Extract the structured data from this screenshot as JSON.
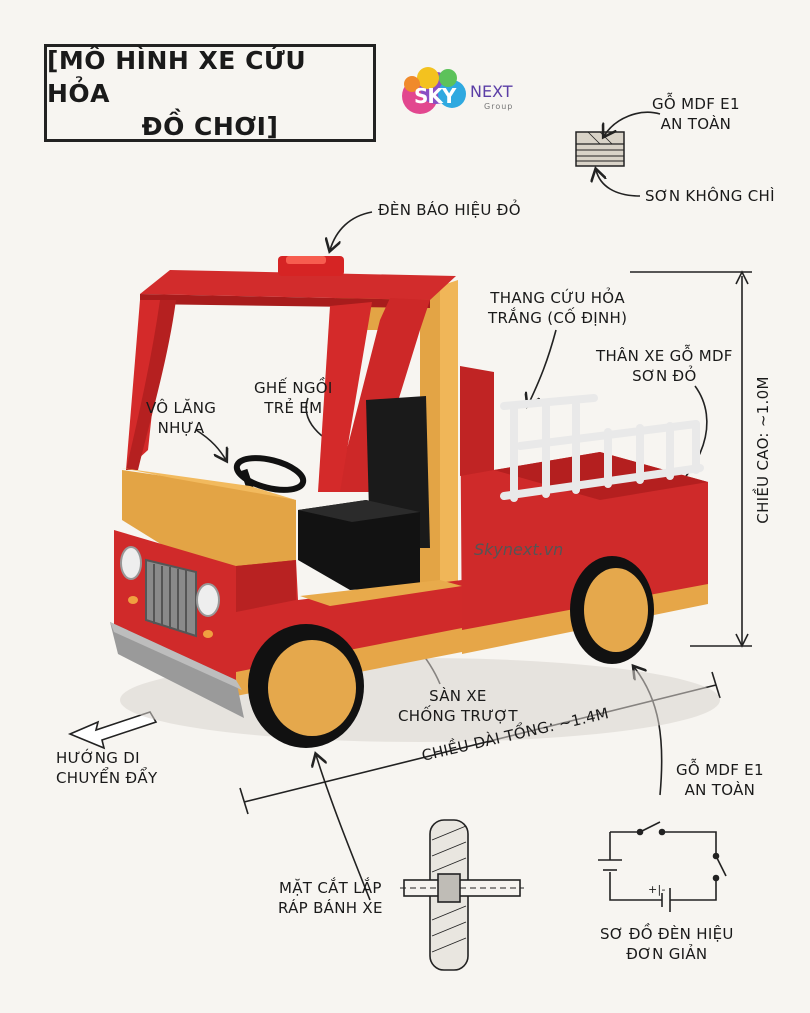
{
  "title": {
    "line1": "[MÔ HÌNH XE CỨU HỎA",
    "line2": "ĐỒ CHƠI]"
  },
  "logo": {
    "sky": "SKY",
    "next": "NEXT",
    "group": "Group"
  },
  "watermark": "Skynext.vn",
  "labels": {
    "material_top": [
      "GỖ MDF E1",
      "AN TOÀN"
    ],
    "paint": [
      "SƠN KHÔNG CHÌ"
    ],
    "siren": [
      "ĐÈN BÁO HIỆU ĐỎ"
    ],
    "ladder": [
      "THANG CỨU HỎA",
      "TRẮNG (CỐ ĐỊNH)"
    ],
    "body": [
      "THÂN XE GỖ MDF",
      "SƠN ĐỎ"
    ],
    "seat": [
      "GHẾ NGỒI",
      "TRẺ EM"
    ],
    "wheel_steer": [
      "VÔ LĂNG",
      "NHỰA"
    ],
    "height": [
      "CHIỀU CAO: ~1.0M"
    ],
    "floor": [
      "SÀN XE",
      "CHỐNG TRƯỢT"
    ],
    "direction": [
      "HƯỚNG DI",
      "CHUYỂN ĐẨY"
    ],
    "length": [
      "CHIỀU DÀI TỔNG: ~1.4M"
    ],
    "material_bottom": [
      "GỖ MDF E1",
      "AN TOÀN"
    ],
    "axle": [
      "MẶT CẮT LẮP",
      "RÁP BÁNH XE"
    ],
    "circuit": [
      "SƠ ĐỒ ĐÈN HIỆU",
      "ĐƠN GIẢN"
    ],
    "circuit_sign": "+|-"
  },
  "colors": {
    "red": "#d42a2a",
    "yellow": "#e8a94a",
    "black": "#161616",
    "white": "#f4f4f4"
  }
}
